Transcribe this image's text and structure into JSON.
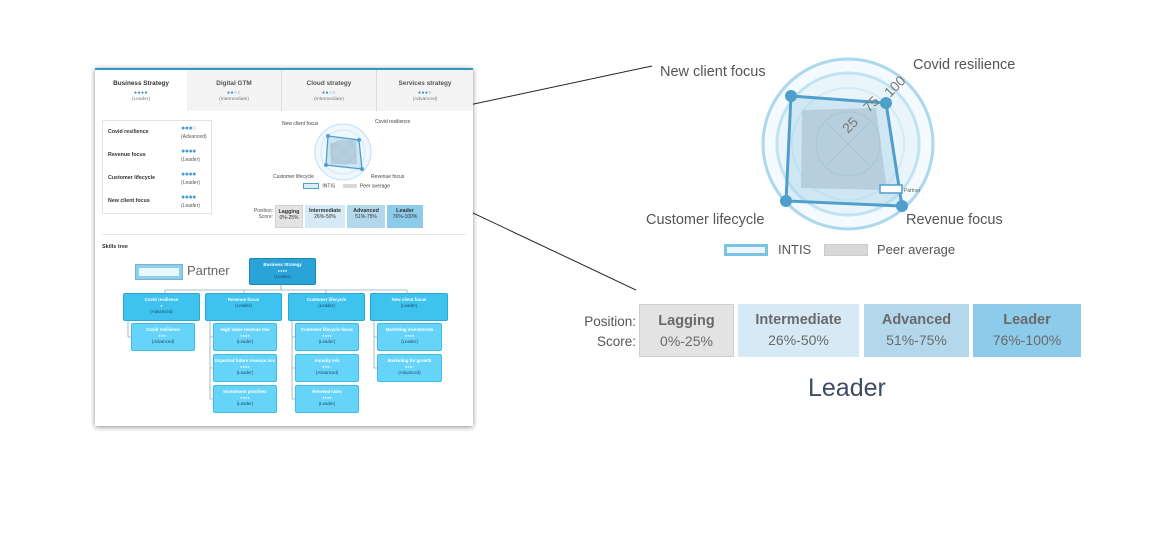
{
  "tabs": [
    {
      "name": "Business Strategy",
      "dots": "●●●●",
      "level": "(Leader)",
      "active": true
    },
    {
      "name": "Digital GTM",
      "dots": "●●○○",
      "level": "(Intermediate)",
      "active": false
    },
    {
      "name": "Cloud strategy",
      "dots": "●●○○",
      "level": "(Intermediate)",
      "active": false
    },
    {
      "name": "Services strategy",
      "dots": "●●●○",
      "level": "(Advanced)",
      "active": false
    }
  ],
  "skills": [
    {
      "name": "Covid resilience",
      "dots": "●●●○",
      "level": "(Advanced)"
    },
    {
      "name": "Revenue focus",
      "dots": "●●●●",
      "level": "(Leader)"
    },
    {
      "name": "Customer lifecycle",
      "dots": "●●●●",
      "level": "(Leader)"
    },
    {
      "name": "New client focus",
      "dots": "●●●●",
      "level": "(Leader)"
    }
  ],
  "radar": {
    "axes": [
      "New client focus",
      "Covid resilience",
      "Revenue focus",
      "Customer lifecycle"
    ],
    "ticks": [
      "25",
      "75",
      "100"
    ],
    "series": [
      {
        "name": "INTIS",
        "color": "#4f9fcc"
      },
      {
        "name": "Peer average",
        "color": "#c8c8c8"
      }
    ],
    "hover_tag": "Partner"
  },
  "score": {
    "title_line1": "Position:",
    "title_line2": "Score:",
    "cells": [
      {
        "name": "Lagging",
        "range": "0%-25%",
        "color": "#e3e3e3"
      },
      {
        "name": "Intermediate",
        "range": "26%-50%",
        "color": "#d5eaf4"
      },
      {
        "name": "Advanced",
        "range": "51%-75%",
        "color": "#b3d8ec"
      },
      {
        "name": "Leader",
        "range": "76%-100%",
        "color": "#8ccbea"
      }
    ]
  },
  "leader_caption": "Leader",
  "partner_label": "Partner",
  "skills_tree": {
    "title": "Skills tree",
    "root": {
      "name": "Business Strategy",
      "dots": "●●●●",
      "level": "(Leader)"
    },
    "columns": [
      {
        "head": {
          "name": "Covid resilience",
          "dots": "●",
          "level": "(Advanced)"
        },
        "children": [
          {
            "name": "Covid resilience",
            "dots": "●●●○",
            "level": "(Advanced)"
          }
        ]
      },
      {
        "head": {
          "name": "Revenue focus",
          "dots": "",
          "level": "(Leader)"
        },
        "children": [
          {
            "name": "High value revenue mix",
            "dots": "●●●●",
            "level": "(Leader)"
          },
          {
            "name": "Expected future revenue mix",
            "dots": "●●●●",
            "level": "(Leader)"
          },
          {
            "name": "Investment priorities",
            "dots": "●●●●",
            "level": "(Leader)"
          }
        ]
      },
      {
        "head": {
          "name": "Customer lifecycle",
          "dots": "",
          "level": "(Leader)"
        },
        "children": [
          {
            "name": "Customer lifecycle focus",
            "dots": "●●●●",
            "level": "(Leader)"
          },
          {
            "name": "Annuity mix",
            "dots": "●●●○",
            "level": "(Advanced)"
          },
          {
            "name": "Renewal rates",
            "dots": "●●●●",
            "level": "(Leader)"
          }
        ]
      },
      {
        "head": {
          "name": "New client focus",
          "dots": "",
          "level": "(Leader)"
        },
        "children": [
          {
            "name": "Marketing investments",
            "dots": "●●●●",
            "level": "(Leader)"
          },
          {
            "name": "Marketing for growth",
            "dots": "●●●○",
            "level": "(Advanced)"
          }
        ]
      }
    ]
  }
}
